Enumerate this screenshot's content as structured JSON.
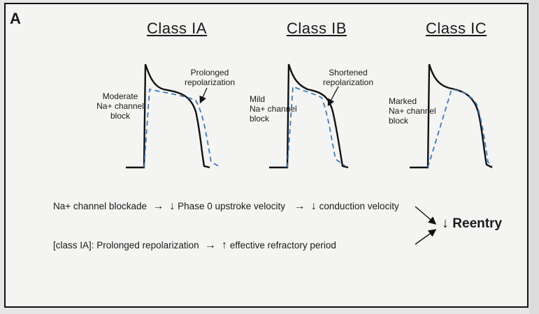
{
  "panel_label": "A",
  "classes": [
    {
      "title": "Class IA",
      "block_label": [
        "Moderate",
        "Na+ channel",
        "block"
      ],
      "annotation": [
        "Prolonged",
        "repolarization"
      ]
    },
    {
      "title": "Class IB",
      "block_label": [
        "Mild",
        "Na+ channel",
        "block"
      ],
      "annotation": [
        "Shortened",
        "repolarization"
      ]
    },
    {
      "title": "Class IC",
      "block_label": [
        "Marked",
        "Na+ channel",
        "block"
      ]
    }
  ],
  "mechanism": {
    "line1": {
      "a": "Na+ channel blockade",
      "b": "Phase 0 upstroke velocity",
      "c": "conduction velocity"
    },
    "line2": {
      "a": "[class IA]:  Prolonged repolarization",
      "b": "effective refractory period"
    },
    "result": "Reentry"
  },
  "colors": {
    "baseline_trace": "#111111",
    "drug_trace": "#3d7ab8",
    "text": "#1a1a1a"
  }
}
